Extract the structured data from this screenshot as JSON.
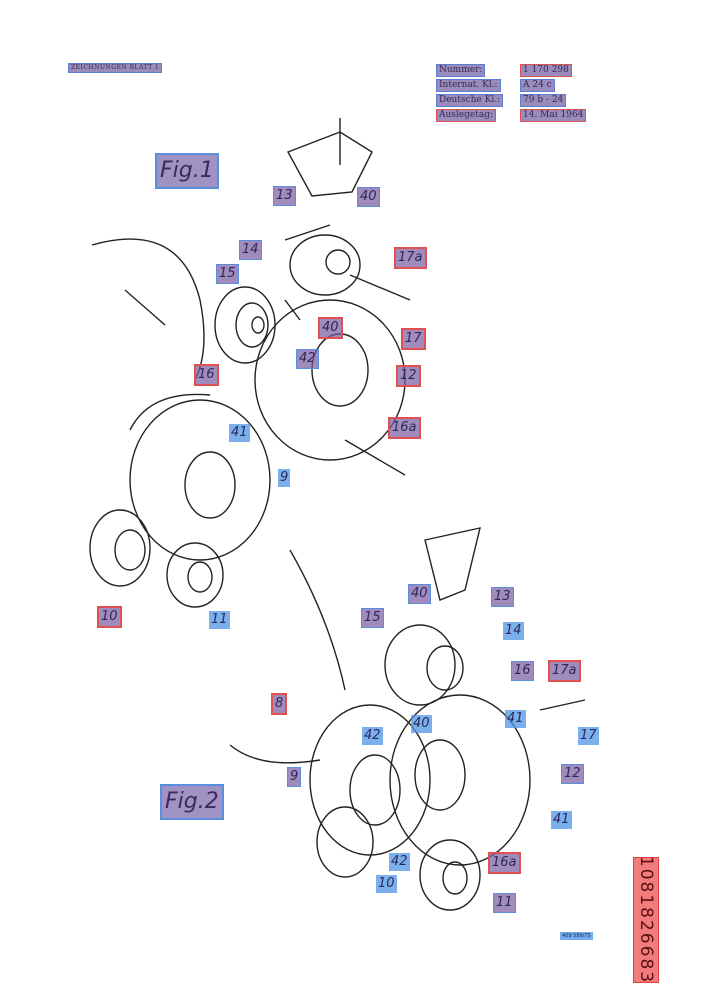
{
  "header": {
    "sheet_title": "ZEICHNUNGEN BLATT 1",
    "fields": [
      {
        "label": "Nummer:",
        "value": "1 170 298"
      },
      {
        "label": "Internat. Kl.:",
        "value": "A 24 c"
      },
      {
        "label": "Deutsche Kl.:",
        "value": "79 b - 24"
      },
      {
        "label": "Auslegetag:",
        "value": "14. Mai 1964"
      }
    ]
  },
  "figures": [
    {
      "title": "Fig.1",
      "labels": [
        "13",
        "40",
        "14",
        "17a",
        "15",
        "40",
        "17",
        "42",
        "16",
        "12",
        "16a",
        "41",
        "9",
        "10",
        "11"
      ]
    },
    {
      "title": "Fig.2",
      "labels": [
        "40",
        "13",
        "15",
        "14",
        "16",
        "17a",
        "8",
        "41",
        "40",
        "42",
        "17",
        "9",
        "12",
        "41",
        "42",
        "16a",
        "10",
        "11"
      ]
    }
  ],
  "footer": {
    "print_stamp": "409 589/75",
    "document_number": "1081826683"
  }
}
